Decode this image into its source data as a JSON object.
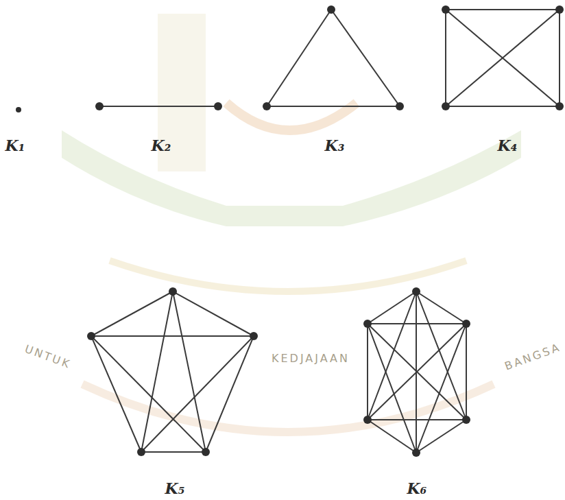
{
  "diagram": {
    "labels": [
      "K₁",
      "K₂",
      "K₃",
      "K₄",
      "K₅",
      "K₆",
      "UNTUK",
      "KEDJAJAAN",
      "BANGSA"
    ]
  }
}
